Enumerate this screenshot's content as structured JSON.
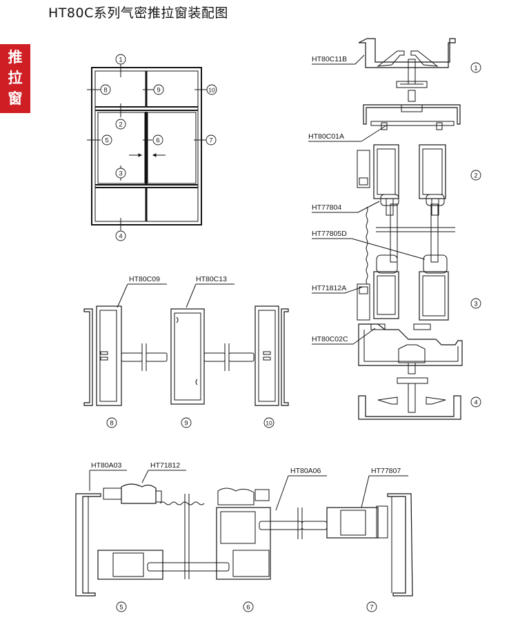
{
  "title": "HT80C系列气密推拉窗装配图",
  "side_tab": [
    "推",
    "拉",
    "窗"
  ],
  "elevation": {
    "markers": [
      "1",
      "2",
      "3",
      "4",
      "5",
      "6",
      "7",
      "8",
      "9",
      "10"
    ]
  },
  "right_section": {
    "labels": [
      "HT80C11B",
      "HT80C01A",
      "HT77804",
      "HT77805D",
      "HT71812A",
      "HT80C02C"
    ],
    "markers": [
      "1",
      "2",
      "3",
      "4"
    ]
  },
  "middle_section": {
    "labels": [
      "HT80C09",
      "HT80C13"
    ],
    "markers": [
      "8",
      "9",
      "10"
    ]
  },
  "bottom_section": {
    "labels": [
      "HT80A03",
      "HT71812",
      "HT80A06",
      "HT77807"
    ],
    "markers": [
      "5",
      "6",
      "7"
    ]
  }
}
